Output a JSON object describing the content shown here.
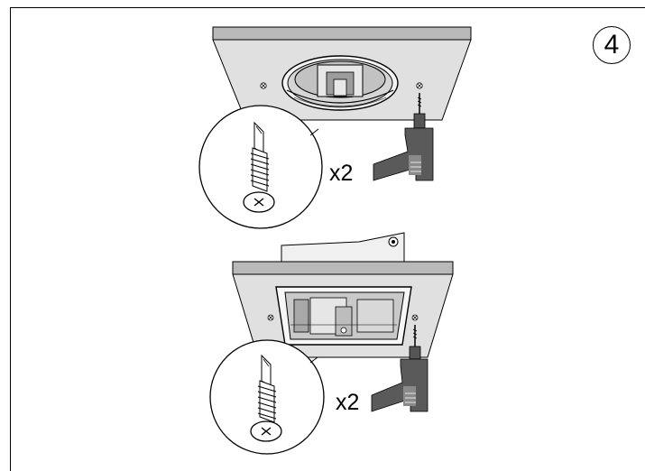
{
  "step": {
    "number": "4"
  },
  "top_assembly": {
    "quantity_label": "x2"
  },
  "bottom_assembly": {
    "quantity_label": "x2"
  },
  "colors": {
    "panel_face": "#e0e0e0",
    "panel_edge": "#b9b9b9",
    "line": "#000000",
    "drill_dark": "#4a4a4a",
    "drill_mid": "#7d7d7d"
  },
  "icons": {
    "screw": "self-drilling-screw-icon",
    "tool": "power-screwdriver-icon",
    "head": "phillips-head-icon"
  }
}
